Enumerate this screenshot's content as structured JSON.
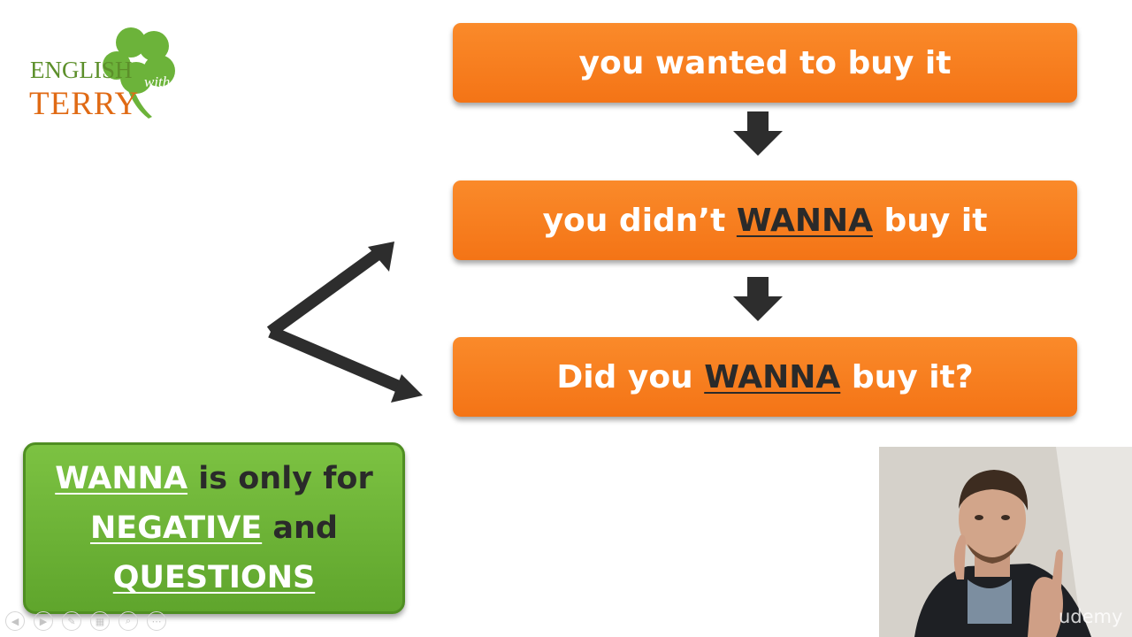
{
  "logo": {
    "line1": "ENGLISH",
    "line2": "with",
    "line3": "TERRY"
  },
  "boxes": {
    "box1": {
      "text": "you wanted to buy it"
    },
    "box2": {
      "pre": "you didn’t ",
      "emph": "WANNA",
      "post": " buy it"
    },
    "box3": {
      "pre": "Did you ",
      "emph": "WANNA",
      "post": " buy it?"
    }
  },
  "note": {
    "l1_emph": "WANNA",
    "l1_rest": " is only for",
    "l2_emph": "NEGATIVE",
    "l2_rest": " and",
    "l3_emph": "QUESTIONS"
  },
  "watermark": "udemy",
  "toolbar": {
    "icons": [
      "prev-slide-icon",
      "next-slide-icon",
      "pen-icon",
      "slides-icon",
      "zoom-icon",
      "more-icon"
    ]
  },
  "colors": {
    "orange": "#f47b1e",
    "green": "#6cb33a",
    "text_dark": "#2a2a2a"
  }
}
